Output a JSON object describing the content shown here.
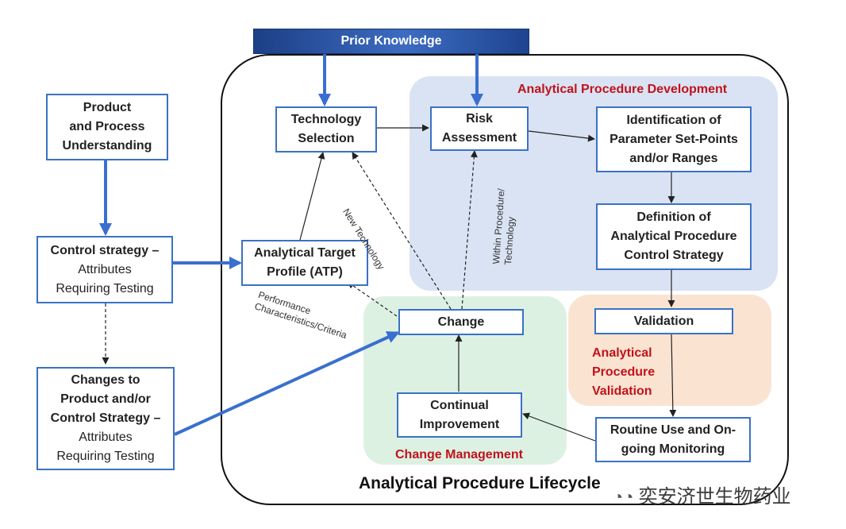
{
  "prior_knowledge": "Prior Knowledge",
  "lifecycle_title": "Analytical Procedure Lifecycle",
  "regions": {
    "development": "Analytical Procedure Development",
    "validation": [
      "Analytical",
      "Procedure",
      "Validation"
    ],
    "change_management": "Change Management"
  },
  "boxes": {
    "product_understanding": [
      "Product",
      "and Process",
      "Understanding"
    ],
    "control_strategy": {
      "bold": "Control strategy –",
      "normal": [
        "Attributes",
        "Requiring Testing"
      ]
    },
    "changes_to_product": {
      "bold": [
        "Changes to",
        "Product and/or",
        "Control Strategy –"
      ],
      "normal": [
        "Attributes",
        "Requiring Testing"
      ]
    },
    "technology_selection": [
      "Technology",
      "Selection"
    ],
    "atp": [
      "Analytical Target",
      "Profile (ATP)"
    ],
    "risk_assessment": [
      "Risk",
      "Assessment"
    ],
    "identification": [
      "Identification of",
      "Parameter Set-Points",
      "and/or Ranges"
    ],
    "definition": [
      "Definition of",
      "Analytical Procedure",
      "Control Strategy"
    ],
    "validation": "Validation",
    "change": "Change",
    "continual_improvement": [
      "Continual",
      "Improvement"
    ],
    "routine_use": [
      "Routine Use and On-",
      "going Monitoring"
    ]
  },
  "edge_labels": {
    "new_technology": "New Technology",
    "within_procedure": [
      "Within Procedure/",
      "Technology"
    ],
    "performance": [
      "Performance",
      "Characteristics/Criteria"
    ]
  },
  "watermark": "奕安济世生物药业",
  "colors": {
    "box_border": "#3a72c4",
    "thick_arrow": "#3a6fd0",
    "development_bg": "#dae3f3",
    "validation_bg": "#fbe3d2",
    "change_bg": "#ddf1e3",
    "region_label": "#c0131b"
  }
}
